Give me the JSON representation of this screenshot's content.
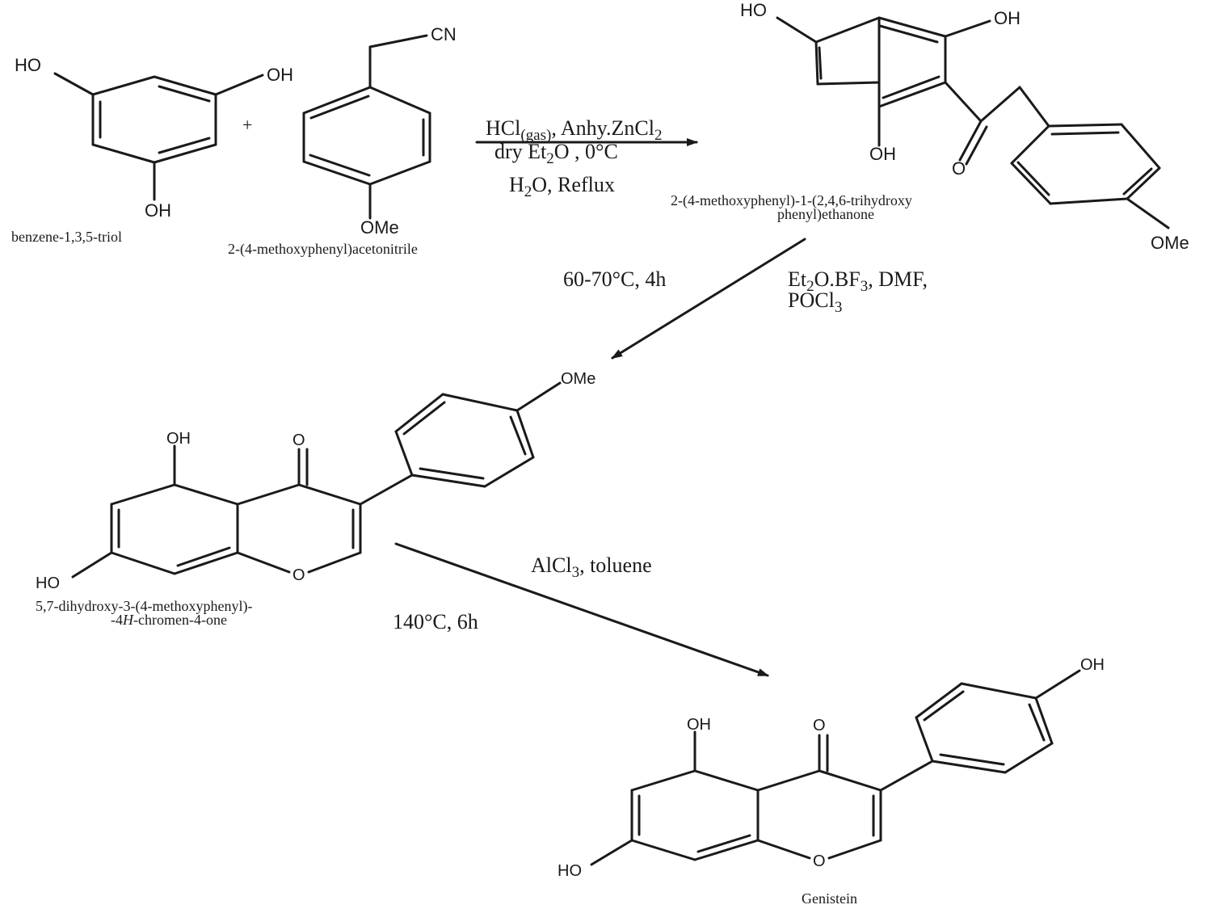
{
  "compounds": {
    "phloroglucinol": {
      "name": "benzene-1,3,5-triol",
      "atoms": [
        "HO",
        "OH",
        "OH"
      ]
    },
    "nitrile": {
      "name": "2-(4-methoxyphenyl)acetonitrile",
      "atoms": [
        "CN",
        "OMe"
      ]
    },
    "ketone": {
      "name_line1": "2-(4-methoxyphenyl)-1-(2,4,6-trihydroxy",
      "name_line2": "phenyl)ethanone",
      "atoms": [
        "HO",
        "OH",
        "OH",
        "O",
        "OMe"
      ]
    },
    "isoflavone": {
      "name_line1": "5,7-dihydroxy-3-(4-methoxyphenyl)-",
      "name_line2_pre": "-4",
      "name_line2_italic": "H",
      "name_line2_post": "-chromen-4-one",
      "atoms": [
        "OH",
        "O",
        "OMe",
        "HO",
        "O"
      ]
    },
    "genistein": {
      "name": "Genistein",
      "atoms": [
        "OH",
        "O",
        "OH",
        "HO",
        "O"
      ]
    }
  },
  "plus_sign": "+",
  "step1": {
    "reagent_line1_a": "HCl",
    "reagent_line1_sub": "(gas)",
    "reagent_line1_b": ", Anhy.ZnCl",
    "reagent_line1_sub2": "2",
    "reagent_line2_a": "dry Et",
    "reagent_line2_sub": "2",
    "reagent_line2_b": "O , 0°C",
    "reagent_line3_a": "H",
    "reagent_line3_sub": "2",
    "reagent_line3_b": "O, Reflux"
  },
  "step2": {
    "condition": "60-70°C, 4h",
    "reagent_line1_a": "Et",
    "reagent_line1_sub": "2",
    "reagent_line1_b": "O.BF",
    "reagent_line1_sub2": "3",
    "reagent_line1_c": ", DMF,",
    "reagent_line2_a": "POCl",
    "reagent_line2_sub": "3"
  },
  "step3": {
    "reagent_a": "AlCl",
    "reagent_sub": "3",
    "reagent_b": ", toluene",
    "condition": "140°C, 6h"
  }
}
